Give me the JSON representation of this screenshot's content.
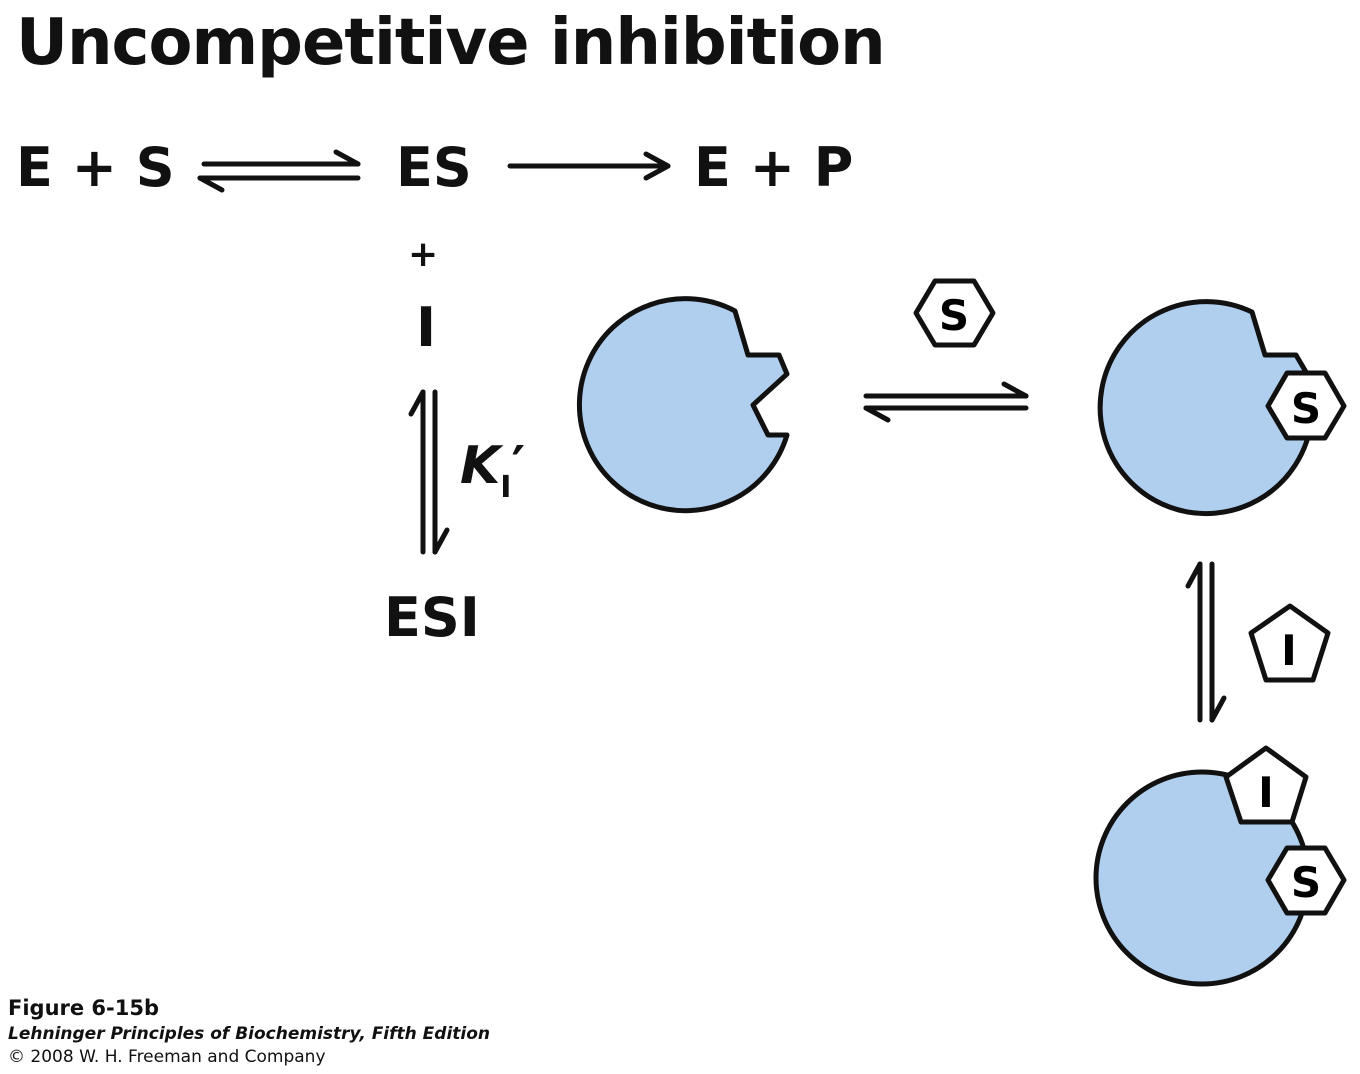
{
  "title": "Uncompetitive inhibition",
  "reaction": {
    "left": "E + S",
    "middle": "ES",
    "right": "E + P",
    "plus": "+",
    "inhibitor": "I",
    "complex": "ESI",
    "constant_symbol": "K",
    "constant_subscript": "I",
    "constant_prime": "′"
  },
  "shapes": {
    "substrate_label": "S",
    "inhibitor_label": "I"
  },
  "colors": {
    "enzyme_fill": "#b0ceee",
    "outline": "#111111"
  },
  "caption": {
    "figure": "Figure 6-15b",
    "book": "Lehninger Principles of Biochemistry, Fifth Edition",
    "copyright": "© 2008 W. H. Freeman and Company"
  }
}
